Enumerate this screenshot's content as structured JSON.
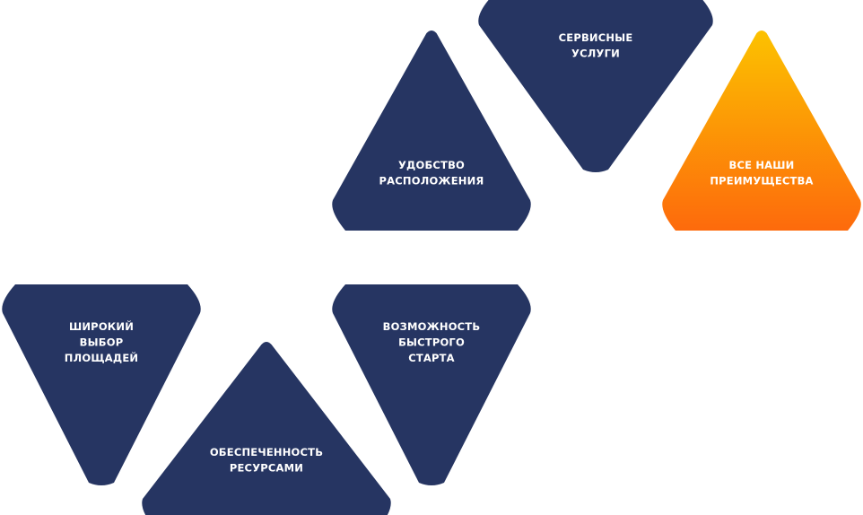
{
  "colors": {
    "navy": "#263562",
    "accent_top": "#fcc200",
    "accent_bottom": "#fd6a0c",
    "label_text": "#ffffff",
    "background": "#ffffff"
  },
  "advantages": [
    {
      "id": "service",
      "lines": [
        "СЕРВИСНЫЕ",
        "УСЛУГИ"
      ],
      "highlight": false
    },
    {
      "id": "location",
      "lines": [
        "УДОБСТВО",
        "РАСПОЛОЖЕНИЯ"
      ],
      "highlight": false
    },
    {
      "id": "all",
      "lines": [
        "ВСЕ НАШИ",
        "ПРЕИМУЩЕСТВА"
      ],
      "highlight": true
    },
    {
      "id": "wide-choice",
      "lines": [
        "ШИРОКИЙ",
        "ВЫБОР",
        "ПЛОЩАДЕЙ"
      ],
      "highlight": false
    },
    {
      "id": "quick-start",
      "lines": [
        "ВОЗМОЖНОСТЬ",
        "БЫСТРОГО",
        "СТАРТА"
      ],
      "highlight": false
    },
    {
      "id": "resources",
      "lines": [
        "ОБЕСПЕЧЕННОСТЬ",
        "РЕСУРСАМИ"
      ],
      "highlight": false
    }
  ]
}
